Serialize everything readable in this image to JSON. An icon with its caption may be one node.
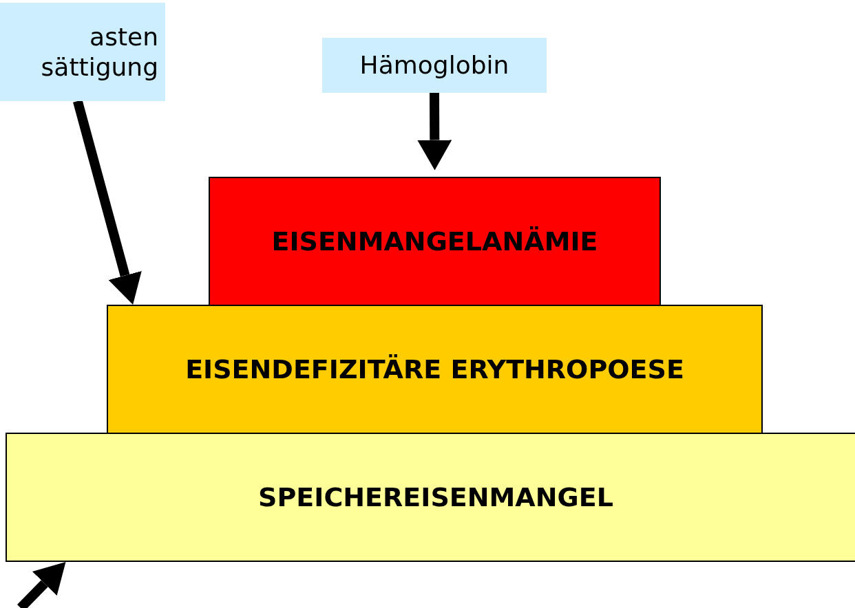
{
  "diagram": {
    "nodes": [
      {
        "text": [
          "asten sättigung"
        ]
      },
      {
        "text": [
          "Hämoglobin"
        ]
      },
      {
        "text": [
          "EISENMANGELANÄMIE"
        ]
      },
      {
        "text": [
          "EISENDEFIZITÄRE ERYTHROPOESE"
        ]
      },
      {
        "text": [
          "SPEICHEREISENMANGEL"
        ]
      }
    ],
    "edges": [
      {
        "from": 0,
        "to": 3,
        "arrow": "to"
      },
      {
        "from": 1,
        "to": 2,
        "arrow": "to"
      },
      {
        "from": null,
        "to": 4,
        "arrow": "to"
      }
    ]
  }
}
